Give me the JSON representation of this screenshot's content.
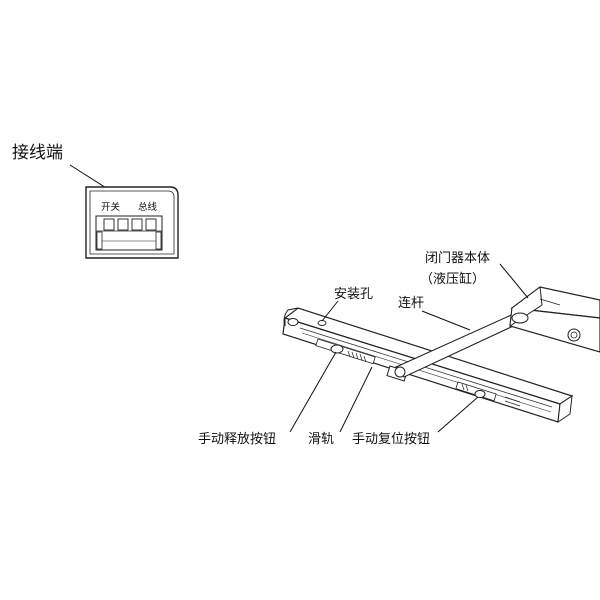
{
  "terminal": {
    "title": "接线端",
    "switch_label": "开关",
    "bus_label": "总线"
  },
  "closer": {
    "body_label": "闭门器本体",
    "body_sub_label": "（液压缸）",
    "mounting_hole_label": "安装孔",
    "link_rod_label": "连杆",
    "manual_release_label": "手动释放按钮",
    "slide_rail_label": "滑轨",
    "manual_reset_label": "手动复位按钮"
  }
}
